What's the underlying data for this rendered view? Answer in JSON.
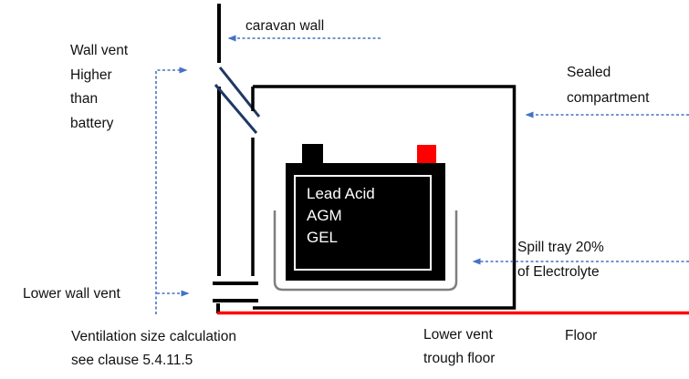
{
  "diagram": {
    "labels": {
      "caravan_wall": "caravan wall",
      "wall_vent_higher": "Wall vent\nHigher\nthan\nbattery",
      "sealed_compartment": "Sealed\ncompartment",
      "battery_types": "Lead Acid\nAGM\nGEL",
      "spill_tray": "Spill tray 20%\nof Electrolyte",
      "lower_wall_vent": "Lower wall vent",
      "ventilation_note": "Ventilation size calculation\nsee clause 5.4.11.5",
      "lower_vent_floor": "Lower vent\ntrough floor",
      "floor": "Floor"
    },
    "colors": {
      "line": "#000000",
      "vent_flap": "#1f3864",
      "connector": "#4472c4",
      "floor_line": "#ff0000",
      "battery_body": "#000000",
      "terminal_positive": "#ff0000",
      "spill_tray": "#7f7f7f",
      "battery_text": "#ffffff",
      "label_text": "#111111"
    }
  }
}
